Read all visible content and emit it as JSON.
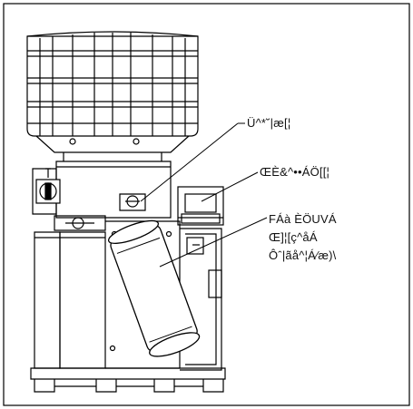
{
  "diagram": {
    "callouts": [
      {
        "id": "callout-top",
        "text": "Ü^*˘|æ[¦"
      },
      {
        "id": "callout-middle",
        "text": "ŒÈ&^••ÁÖ[[¦"
      },
      {
        "id": "callout-bottom-line1",
        "text": "FÁà ÈÖUVÁ"
      },
      {
        "id": "callout-bottom-line2",
        "text": "Œ]¦[ç^åÁ"
      },
      {
        "id": "callout-bottom-line3",
        "text": "Ôˆ|ãå^¦Á⁄æ)\\"
      }
    ]
  }
}
